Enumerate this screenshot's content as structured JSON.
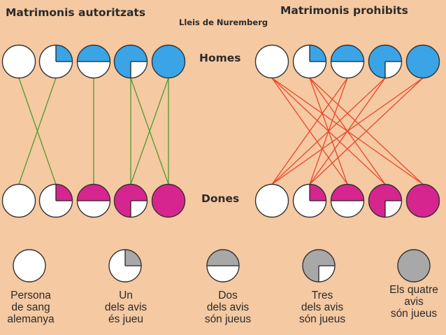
{
  "titles": {
    "allowed": "Matrimonis autoritzats",
    "law": "Lleis de Nuremberg",
    "prohibited": "Matrimonis prohibits"
  },
  "rows": {
    "men": "Homes",
    "women": "Dones"
  },
  "colors": {
    "background": "#f5c9a2",
    "men_fill": "#3aa4e6",
    "women_fill": "#d6258f",
    "legend_fill": "#a8a8a8",
    "allowed_line": "#4f9a2f",
    "prohibited_line": "#e8472e"
  },
  "categories": [
    {
      "quarters": 0,
      "label": "Persona\nde sang\nalemanya"
    },
    {
      "quarters": 1,
      "label": "Un\ndels avis\nés jueu"
    },
    {
      "quarters": 2,
      "label": "Dos\ndels avis\nsón jueus"
    },
    {
      "quarters": 3,
      "label": "Tres\ndels avis\nsón jueus"
    },
    {
      "quarters": 4,
      "label": "Els quatre\navis\nsón jueus"
    }
  ],
  "allowed_marriages": [
    [
      0,
      1
    ],
    [
      1,
      0
    ],
    [
      2,
      2
    ],
    [
      3,
      3
    ],
    [
      3,
      4
    ],
    [
      4,
      3
    ],
    [
      4,
      4
    ]
  ],
  "prohibited_marriages": [
    [
      0,
      2
    ],
    [
      0,
      3
    ],
    [
      0,
      4
    ],
    [
      1,
      2
    ],
    [
      1,
      3
    ],
    [
      1,
      4
    ],
    [
      2,
      0
    ],
    [
      2,
      1
    ],
    [
      3,
      0
    ],
    [
      3,
      1
    ],
    [
      4,
      0
    ],
    [
      4,
      1
    ]
  ]
}
